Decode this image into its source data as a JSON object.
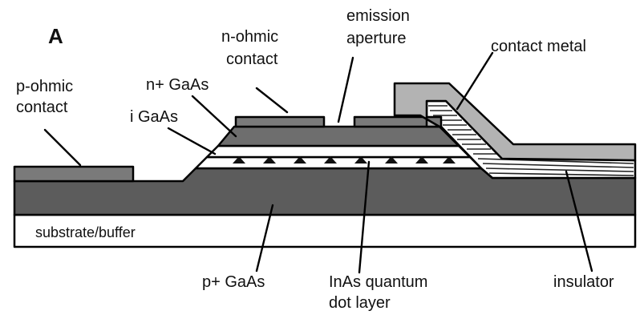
{
  "panel_letter": "A",
  "labels": {
    "p_ohmic": [
      "p-ohmic",
      "contact"
    ],
    "n_ohmic": [
      "n-ohmic",
      "contact"
    ],
    "emission": [
      "emission",
      "aperture"
    ],
    "contact_metal": "contact metal",
    "n_gaas": "n+ GaAs",
    "i_gaas": "i GaAs",
    "substrate": "substrate/buffer",
    "p_gaas": "p+ GaAs",
    "inas": [
      "InAs quantum",
      "dot layer"
    ],
    "insulator": "insulator"
  },
  "colors": {
    "p_gaas": "#5c5c5c",
    "n_gaas": "#6e6e6e",
    "contact": "#7a7a7a",
    "contact_metal": "#b3b3b3",
    "white_layer": "#ffffff",
    "dots": "#111111"
  }
}
